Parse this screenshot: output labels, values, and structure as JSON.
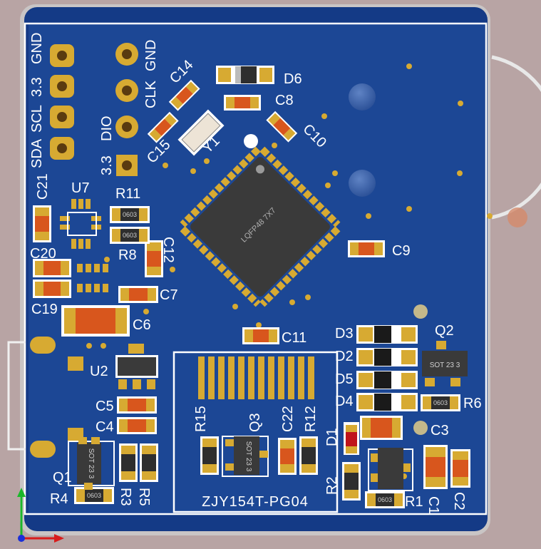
{
  "board": {
    "label": "ZJY154T-PG04",
    "colors": {
      "background": "#b8a4a4",
      "substrate": "#c9c5c5",
      "soldermask": "#143a86",
      "copper_pour": "#1c4795",
      "silkscreen": "#ffffff",
      "pad_gold": "#d7aa32",
      "capacitor_body": "#d8561d",
      "chip_body": "#3a3a3a",
      "led_red": "#c0141a"
    }
  },
  "header_left": {
    "pins": [
      "GND",
      "3.3",
      "SCL",
      "SDA"
    ]
  },
  "header_right": {
    "pins": [
      "GND",
      "CLK",
      "DIO",
      "3.3"
    ]
  },
  "mcu": {
    "package_label": "LQFP48 7X7"
  },
  "designators": {
    "C1": "C1",
    "C2": "C2",
    "C3": "C3",
    "C4": "C4",
    "C5": "C5",
    "C6": "C6",
    "C7": "C7",
    "C8": "C8",
    "C9": "C9",
    "C10": "C10",
    "C11": "C11",
    "C12": "C12",
    "C14": "C14",
    "C15": "C15",
    "C19": "C19",
    "C20": "C20",
    "C21": "C21",
    "C22": "C22",
    "D1": "D1",
    "D2": "D2",
    "D3": "D3",
    "D4": "D4",
    "D5": "D5",
    "D6": "D6",
    "Q1": "Q1",
    "Q2": "Q2",
    "Q3": "Q3",
    "R1": "R1",
    "R2": "R2",
    "R3": "R3",
    "R4": "R4",
    "R5": "R5",
    "R6": "R6",
    "R8": "R8",
    "R11": "R11",
    "R12": "R12",
    "R15": "R15",
    "U2": "U2",
    "U7": "U7",
    "Y1": "Y1"
  },
  "package_marks": {
    "resistor": "0603",
    "sot": "SOT 23 3"
  }
}
